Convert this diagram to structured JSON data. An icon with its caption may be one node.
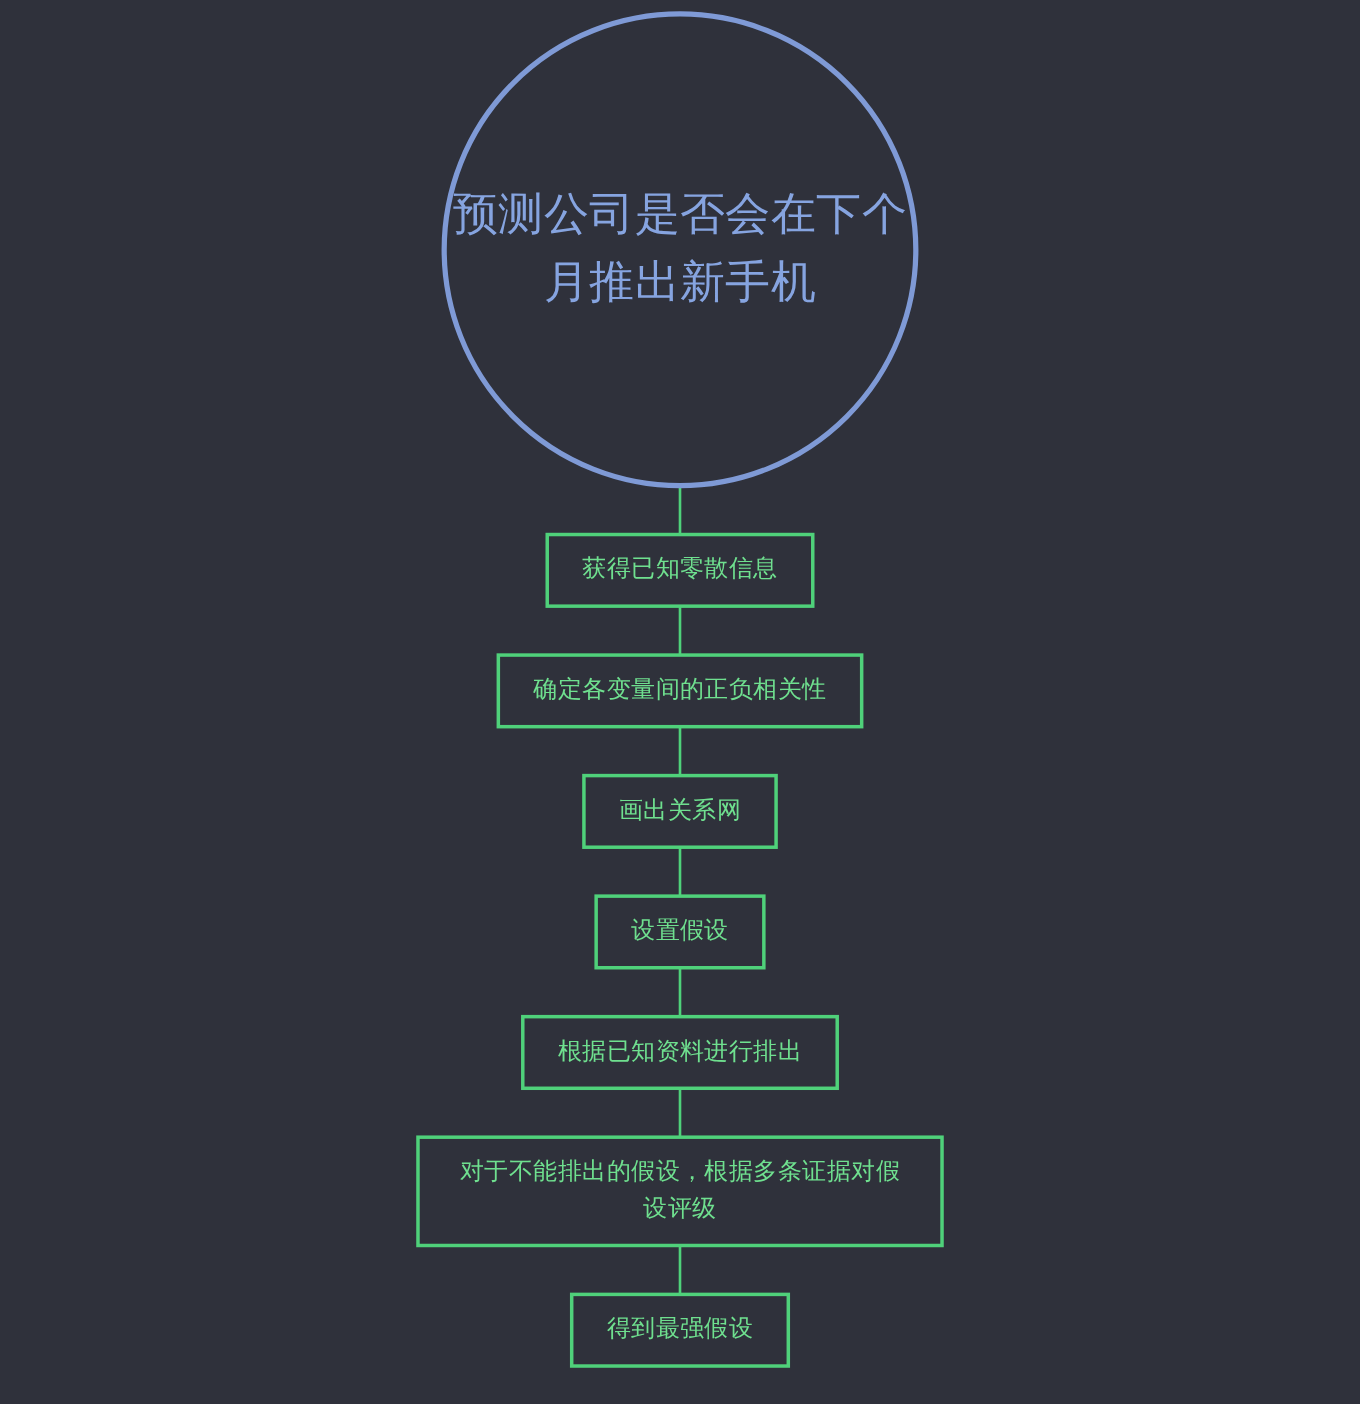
{
  "diagram": {
    "nodes": [
      {
        "text": [
          "预测公司是否会在下个月推出新手机"
        ]
      },
      {
        "text": [
          "获得已知零散信息"
        ]
      },
      {
        "text": [
          "确定各变量间的正负相关性"
        ]
      },
      {
        "text": [
          "画出关系网"
        ]
      },
      {
        "text": [
          "设置假设"
        ]
      },
      {
        "text": [
          "根据已知资料进行排出"
        ]
      },
      {
        "text": [
          "对于不能排出的假设，根据多条证据对假设评级"
        ]
      },
      {
        "text": [
          "得到最强假设"
        ]
      }
    ],
    "edges": [
      {
        "from": 0,
        "to": 1,
        "arrow": "none"
      },
      {
        "from": 1,
        "to": 2,
        "arrow": "none"
      },
      {
        "from": 2,
        "to": 3,
        "arrow": "none"
      },
      {
        "from": 3,
        "to": 4,
        "arrow": "none"
      },
      {
        "from": 4,
        "to": 5,
        "arrow": "none"
      },
      {
        "from": 5,
        "to": 6,
        "arrow": "none"
      },
      {
        "from": 6,
        "to": 7,
        "arrow": "none"
      }
    ]
  }
}
